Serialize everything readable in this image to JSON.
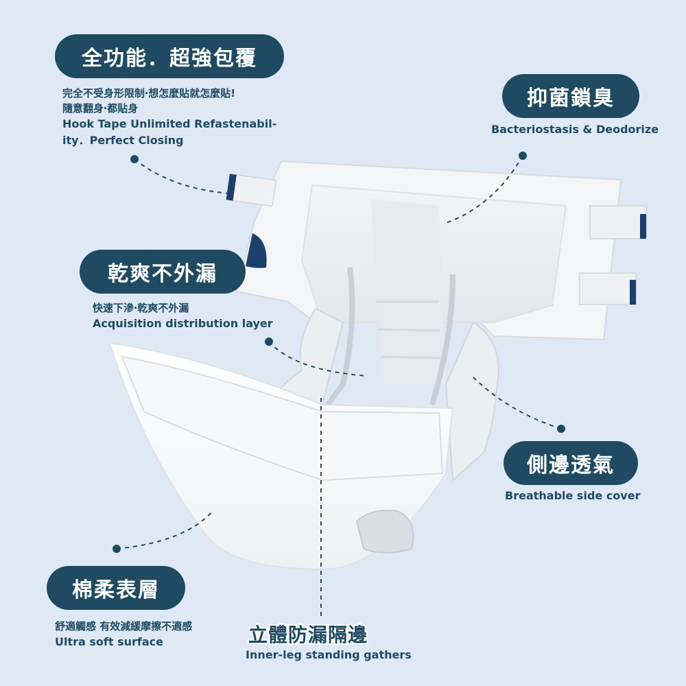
{
  "colors": {
    "background": "#dfe9f5",
    "accent": "#1f4a61",
    "product": "#ffffff"
  },
  "features": {
    "fit": {
      "title": "全功能．超強包覆",
      "desc_zh_1": "完全不受身形限制‧想怎麼貼就怎麼貼!",
      "desc_zh_2": "隨意翻身‧都貼身",
      "desc_en_1": "Hook Tape Unlimited Refastenabil-",
      "desc_en_2": "ity．Perfect Closing"
    },
    "antibacterial": {
      "title": "抑菌鎖臭",
      "desc_en": "Bacteriostasis & Deodorize"
    },
    "dry": {
      "title": "乾爽不外漏",
      "desc_zh": "快速下滲‧乾爽不外漏",
      "desc_en": "Acquisition distribution layer"
    },
    "breathable": {
      "title": "側邊透氣",
      "desc_en": "Breathable side cover"
    },
    "soft": {
      "title": "棉柔表層",
      "desc_zh": "舒適觸感 有效減緩摩擦不適感",
      "desc_en": "Ultra soft surface"
    },
    "gathers": {
      "title": "立體防漏隔邊",
      "desc_en": "Inner-leg standing gathers"
    }
  }
}
